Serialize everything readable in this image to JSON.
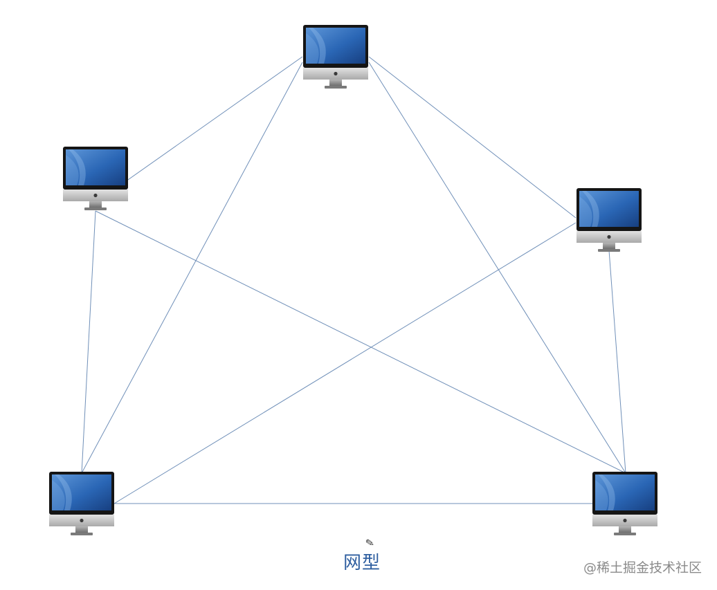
{
  "title": "网型",
  "watermark": "@稀土掘金技术社区",
  "colors": {
    "link_line": "#6f8fb8",
    "caption": "#2f5fa0",
    "screen_dark": "#1d4f98",
    "screen_light": "#5d96d8",
    "bezel": "#151515",
    "chin": "#c8c8c8",
    "stand": "#9a9a9a"
  },
  "nodes": [
    {
      "id": "top",
      "icon": "imac-computer-icon"
    },
    {
      "id": "upper-left",
      "icon": "imac-computer-icon"
    },
    {
      "id": "upper-right",
      "icon": "imac-computer-icon"
    },
    {
      "id": "bottom-left",
      "icon": "imac-computer-icon"
    },
    {
      "id": "bottom-right",
      "icon": "imac-computer-icon"
    }
  ],
  "links": [
    [
      "top",
      "upper-left"
    ],
    [
      "top",
      "upper-right"
    ],
    [
      "top",
      "bottom-left"
    ],
    [
      "top",
      "bottom-right"
    ],
    [
      "upper-left",
      "bottom-left"
    ],
    [
      "upper-left",
      "bottom-right"
    ],
    [
      "upper-right",
      "bottom-left"
    ],
    [
      "upper-right",
      "bottom-right"
    ],
    [
      "bottom-left",
      "bottom-right"
    ]
  ]
}
